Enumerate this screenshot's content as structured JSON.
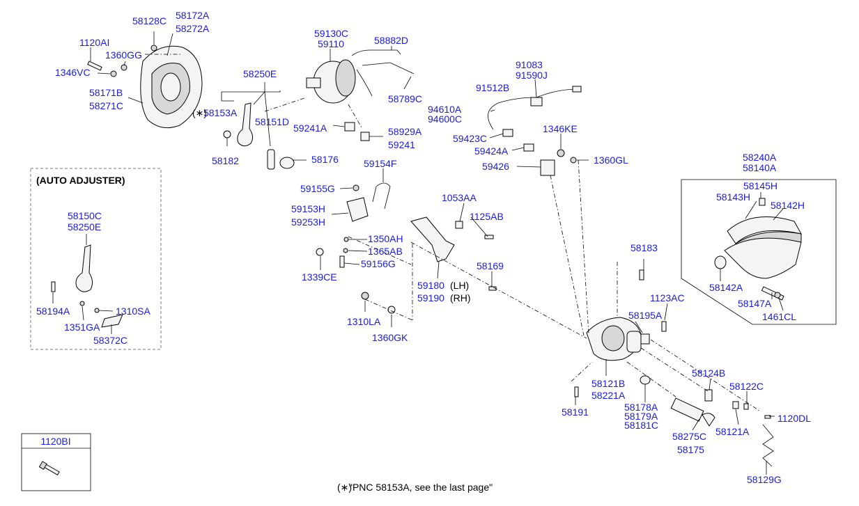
{
  "section_auto_adjuster": "(AUTO ADJUSTER)",
  "footnote": {
    "symbol": "(∗)",
    "text": "\"PNC 58153A, see the last page\""
  },
  "inset_box_label": "1120BI",
  "labels": {
    "p58128C": "58128C",
    "p58172A": "58172A",
    "p58272A": "58272A",
    "p1120AI": "1120AI",
    "p1360GG": "1360GG",
    "p1346VC": "1346VC",
    "p58171B": "58171B",
    "p58271C": "58271C",
    "p59130C": "59130C",
    "p59110": "59110",
    "p58882D": "58882D",
    "p58789C": "58789C",
    "p58250E": "58250E",
    "p58153A_mark": "(∗)",
    "p58153A": "58153A",
    "p58151D": "58151D",
    "p59241A": "59241A",
    "p58929A": "58929A",
    "p59241": "59241",
    "p58182": "58182",
    "p58176": "58176",
    "p91083": "91083",
    "p91590J": "91590J",
    "p91512B": "91512B",
    "p94610A": "94610A",
    "p94600C": "94600C",
    "p59423C": "59423C",
    "p1346KE": "1346KE",
    "p59424A": "59424A",
    "p59426": "59426",
    "p1360GL": "1360GL",
    "p59154F": "59154F",
    "p59155G": "59155G",
    "p59153H": "59153H",
    "p59253H": "59253H",
    "p1053AA": "1053AA",
    "p1125AB": "1125AB",
    "p1350AH": "1350AH",
    "p1365AB": "1365AB",
    "p59156G": "59156G",
    "p1339CE": "1339CE",
    "p58169": "58169",
    "p59180": "59180",
    "p59180_side": "(LH)",
    "p59190": "59190",
    "p59190_side": "(RH)",
    "p1310LA": "1310LA",
    "p1360GK": "1360GK",
    "p58150C": "58150C",
    "p58250E_b": "58250E",
    "p58194A": "58194A",
    "p1310SA": "1310SA",
    "p1351GA": "1351GA",
    "p58372C": "58372C",
    "p58240A": "58240A",
    "p58140A": "58140A",
    "p58145H": "58145H",
    "p58143H": "58143H",
    "p58142H": "58142H",
    "p58142A": "58142A",
    "p58147A": "58147A",
    "p1461CL": "1461CL",
    "p58183": "58183",
    "p1123AC": "1123AC",
    "p58195A": "58195A",
    "p58124B": "58124B",
    "p58122C": "58122C",
    "p58121B": "58121B",
    "p58221A": "58221A",
    "p58178A": "58178A",
    "p58179A": "58179A",
    "p58181C": "58181C",
    "p1120DL": "1120DL",
    "p58191": "58191",
    "p58275C": "58275C",
    "p58175": "58175",
    "p58121A": "58121A",
    "p58129G": "58129G"
  }
}
